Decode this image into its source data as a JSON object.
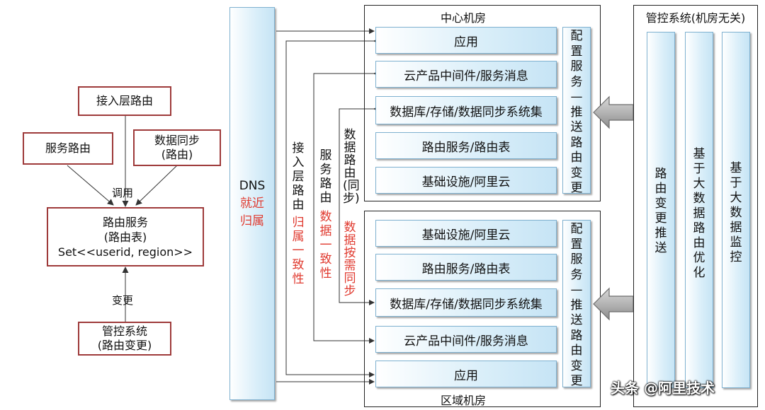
{
  "left": {
    "access_routing": "接入层路由",
    "service_routing": "服务路由",
    "data_sync_line1": "数据同步",
    "data_sync_line2": "(路由)",
    "invoke_label": "调用",
    "route_service_line1": "路由服务",
    "route_service_line2": "(路由表)",
    "route_service_line3": "Set<<userid, region>>",
    "change_label": "变更",
    "control_line1": "管控系统",
    "control_line2": "(路由变更)"
  },
  "dns": {
    "title": "DNS",
    "subtitle_line1": "就近",
    "subtitle_line2": "归属"
  },
  "center": {
    "title": "中心机房",
    "items": [
      "应用",
      "云产品中间件/服务消息",
      "数据库/存储/数据同步系统集",
      "路由服务/路由表",
      "基础设施/阿里云"
    ],
    "config": "配置服务—推送路由变更"
  },
  "region": {
    "title": "区域机房",
    "items": [
      "基础设施/阿里云",
      "路由服务/路由表",
      "数据库/存储/数据同步系统集",
      "云产品中间件/服务消息",
      "应用"
    ],
    "config": "配置服务—推送路由变更"
  },
  "channels": {
    "access": "接入层路由",
    "access_red": "归属一致性",
    "service": "服务路由",
    "service_red": "数据一致性",
    "data": "数据路由(同步)",
    "data_red": "数据按需同步"
  },
  "control": {
    "title": "管控系统(机房无关)",
    "col1": "路由变更推送",
    "col2": "基于大数据路由优化",
    "col3": "基于大数据监控"
  },
  "watermark": "头条 @阿里技术",
  "colors": {
    "red_border": "#9e3a3a",
    "red_text": "#e03a2f",
    "blue_fill": "#c6e4f5"
  }
}
